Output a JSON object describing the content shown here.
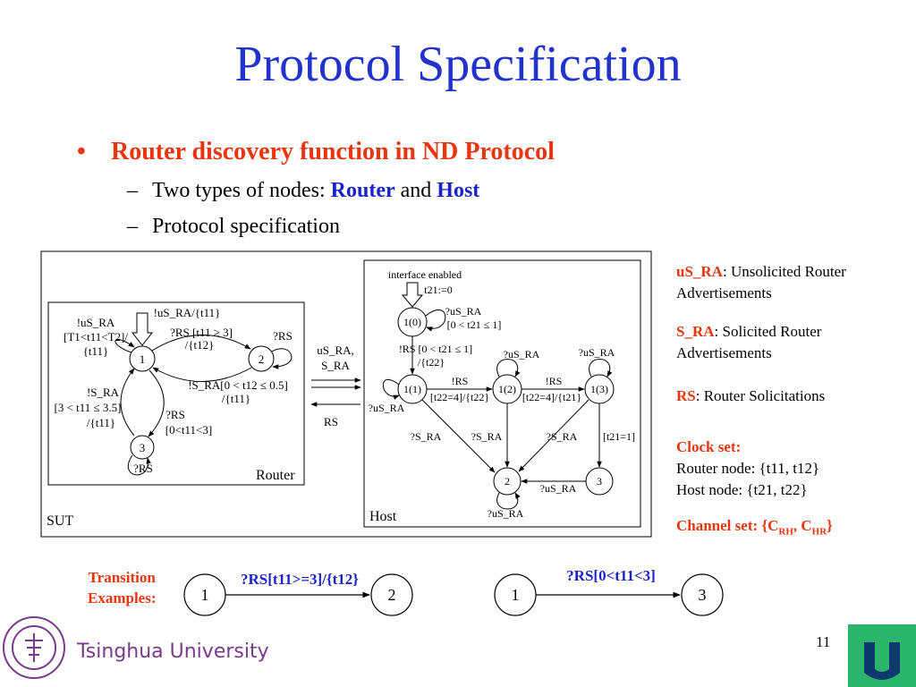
{
  "title": "Protocol Specification",
  "bullet": "Router discovery function in ND Protocol",
  "sub1": {
    "prefix": "Two types of nodes: ",
    "router": "Router",
    "and": " and ",
    "host": "Host"
  },
  "sub2": "Protocol specification",
  "legend": {
    "usra_key": "uS_RA",
    "usra_desc": ":  Unsolicited Router Advertisements",
    "sra_key": "S_RA",
    "sra_desc": ":  Solicited Router Advertisements",
    "rs_key": "RS",
    "rs_desc": ": Router Solicitations",
    "clock_title": "Clock set:",
    "clock_router": "Router node: {t11, t12}",
    "clock_host": "Host node: {t21, t22}",
    "channel_prefix": "Channel set: {C",
    "channel_rh": "RH",
    "channel_mid": ", C",
    "channel_hr": "HR",
    "channel_suffix": "}"
  },
  "diagram": {
    "sut": "SUT",
    "router": "Router",
    "host": "Host",
    "router_states": [
      "1",
      "2",
      "3"
    ],
    "host_states": [
      "1(0)",
      "1(1)",
      "1(2)",
      "1(3)",
      "2",
      "3"
    ],
    "labels": {
      "r_top": "!uS_RA/{t11}",
      "r_left1": "!uS_RA",
      "r_left2": "[T1<t11<T2]/",
      "r_left3": "{t11}",
      "r_12a": "?RS [t11 ≥ 3]",
      "r_12b": "/{t12}",
      "r_2loop": "?RS",
      "r_21a": "!S_RA[0 < t12 ≤ 0.5]",
      "r_21b": "/{t11}",
      "r_13a": "!S_RA",
      "r_13b": "[3 < t11 ≤ 3.5]",
      "r_13c": "/{t11}",
      "r_31a": "?RS",
      "r_31b": "[0<t11<3]",
      "r_3loop": "?RS",
      "ch_top1": "uS_RA,",
      "ch_top2": "S_RA",
      "ch_bot": "RS",
      "h_init1": "interface enabled",
      "h_init2": "t21:=0",
      "h_10loop1": "?uS_RA",
      "h_10loop2": "[0 < t21 ≤ 1]",
      "h_1011a": "!RS [0 < t21 ≤ 1]",
      "h_1011b": "/{t22}",
      "h_11loop": "?uS_RA",
      "h_1112a": "!RS",
      "h_1112b": "[t22=4]/{t22}",
      "h_12loop": "?uS_RA",
      "h_1213a": "!RS",
      "h_1213b": "[t22=4]/{t21}",
      "h_13loop": "?uS_RA",
      "h_11to2": "?S_RA",
      "h_12to2a": "?S_RA",
      "h_13to2": "?S_RA",
      "h_13to3": "[t21=1]",
      "h_3to2": "?uS_RA",
      "h_2loop": "?uS_RA"
    }
  },
  "transitions": {
    "label1": "Transition",
    "label2": "Examples:",
    "ex1": {
      "from": "1",
      "to": "2",
      "label": "?RS[t11>=3]/{t12}"
    },
    "ex2": {
      "from": "1",
      "to": "3",
      "label": "?RS[0<t11<3]"
    }
  },
  "footer": {
    "university": "Tsinghua University",
    "page": "11"
  },
  "colors": {
    "title": "#2233cc",
    "accent": "#e8350e",
    "nav": "#2ab56a"
  },
  "icons": [
    "university-seal-icon",
    "back-arrow-icon"
  ]
}
